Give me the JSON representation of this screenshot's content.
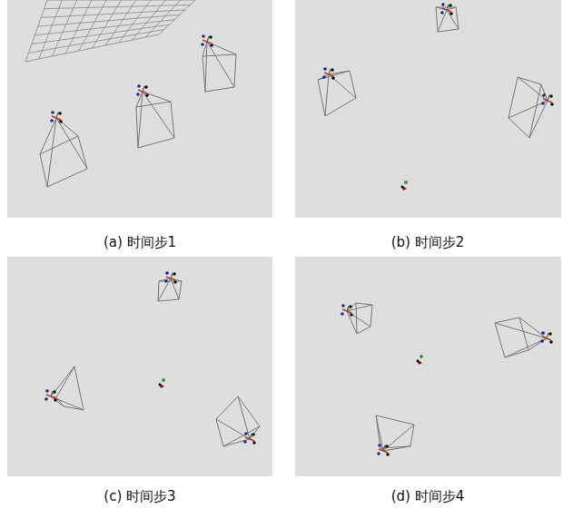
{
  "diagram": {
    "labels": [
      "(a) 时间步1",
      "(b) 时间步2",
      "(c) 时间步3",
      "(d) 时间步4"
    ]
  }
}
